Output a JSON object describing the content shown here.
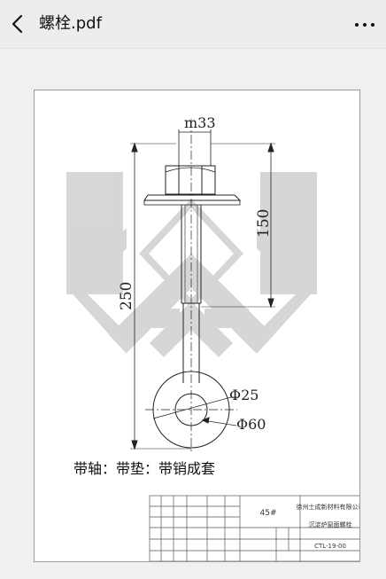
{
  "header": {
    "title": "螺栓.pdf",
    "back_icon": "chevron-left-icon",
    "more_icon": "ellipsis-icon"
  },
  "drawing": {
    "dim_thread": "m33",
    "dim_length": "250",
    "dim_upper": "150",
    "dim_small_dia": "Φ25",
    "dim_large_dia": "Φ60",
    "note": "带轴：带垫：带销成套"
  },
  "title_block": {
    "material": "45#",
    "company": "徐州士成新材料有限公司",
    "part_name": "沉淀炉窗面螺栓",
    "drawing_no": "CTL-19-00"
  },
  "colors": {
    "topbar_bg": "#ededed",
    "page_bg": "#f0f0f0",
    "watermark": "#d0d0d0"
  }
}
